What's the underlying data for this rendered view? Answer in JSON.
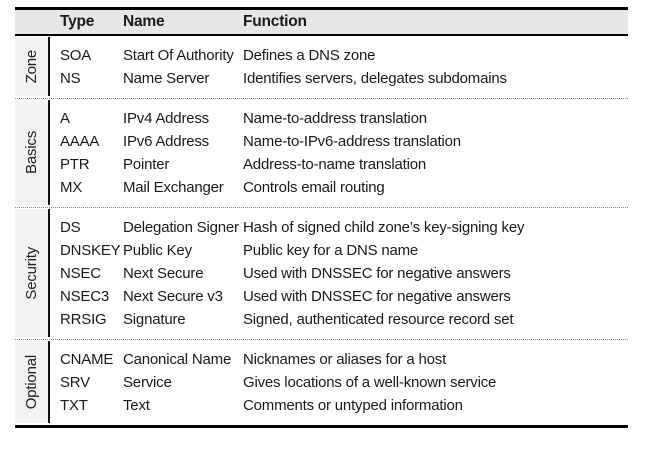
{
  "table": {
    "headers": [
      "Type",
      "Name",
      "Function"
    ],
    "groups": [
      {
        "label": "Zone",
        "rows": [
          {
            "type": "SOA",
            "name": "Start Of Authority",
            "function": "Defines a DNS zone"
          },
          {
            "type": "NS",
            "name": "Name Server",
            "function": "Identifies servers, delegates subdomains"
          }
        ]
      },
      {
        "label": "Basics",
        "rows": [
          {
            "type": "A",
            "name": "IPv4 Address",
            "function": "Name-to-address translation"
          },
          {
            "type": "AAAA",
            "name": "IPv6 Address",
            "function": "Name-to-IPv6-address translation"
          },
          {
            "type": "PTR",
            "name": "Pointer",
            "function": "Address-to-name translation"
          },
          {
            "type": "MX",
            "name": "Mail Exchanger",
            "function": "Controls email routing"
          }
        ]
      },
      {
        "label": "Security",
        "rows": [
          {
            "type": "DS",
            "name": "Delegation Signer",
            "function": "Hash of signed child zone’s key-signing key"
          },
          {
            "type": "DNSKEY",
            "name": "Public Key",
            "function": "Public key for a DNS name"
          },
          {
            "type": "NSEC",
            "name": "Next Secure",
            "function": "Used with DNSSEC for negative answers"
          },
          {
            "type": "NSEC3",
            "name": "Next Secure v3",
            "function": "Used with DNSSEC for negative answers"
          },
          {
            "type": "RRSIG",
            "name": "Signature",
            "function": "Signed, authenticated resource record set"
          }
        ]
      },
      {
        "label": "Optional",
        "rows": [
          {
            "type": "CNAME",
            "name": "Canonical Name",
            "function": "Nicknames or aliases for a host"
          },
          {
            "type": "SRV",
            "name": "Service",
            "function": "Gives locations of a well-known service"
          },
          {
            "type": "TXT",
            "name": "Text",
            "function": "Comments or untyped information"
          }
        ]
      }
    ]
  },
  "colors": {
    "header_bg": "#e7e7e7",
    "group_label_bg": "#f2f2f2",
    "text": "#1a1a1a",
    "rule": "#000000",
    "dotted_rule": "#888888"
  }
}
